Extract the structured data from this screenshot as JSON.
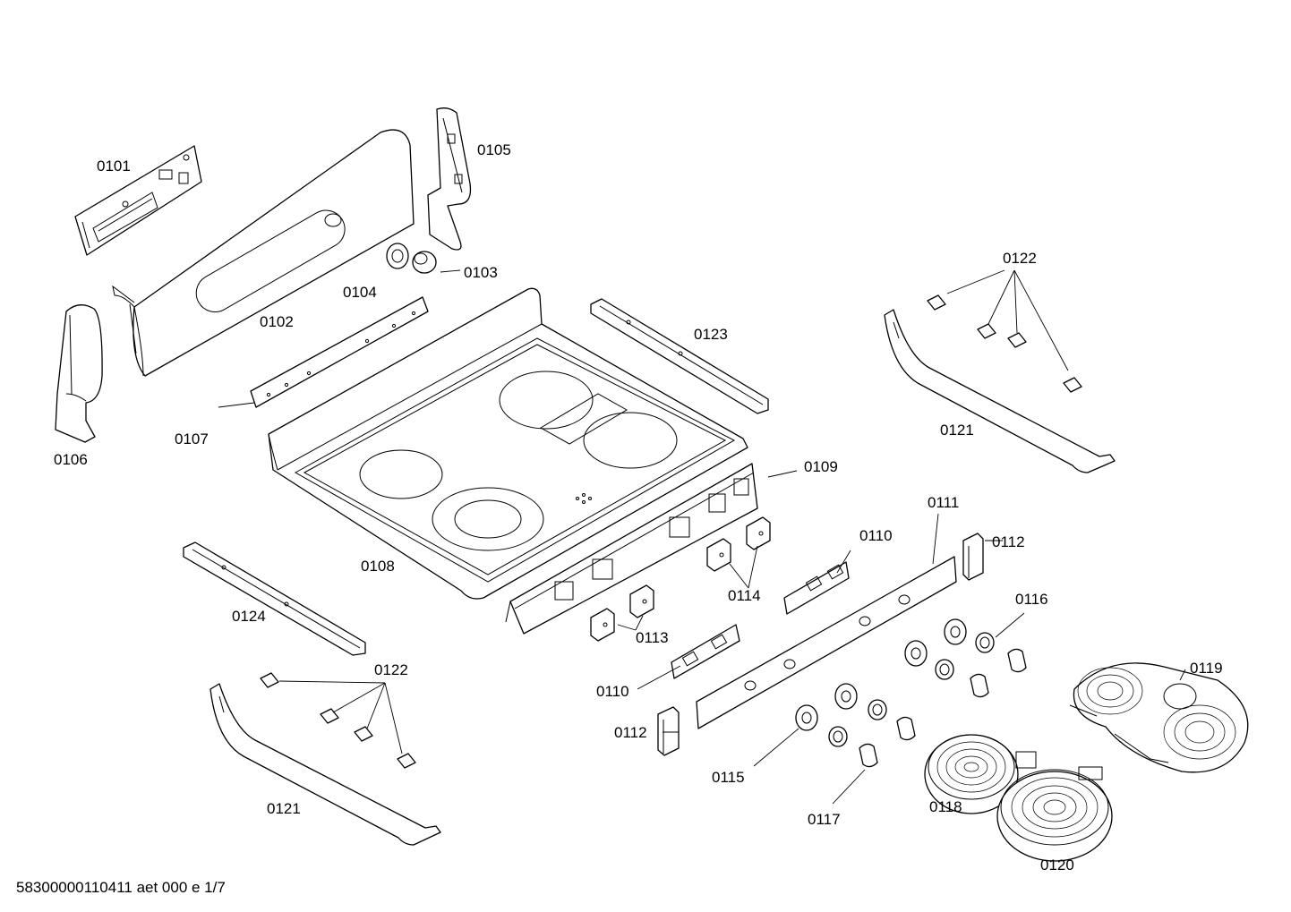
{
  "diagram": {
    "labels": {
      "p0101": "0101",
      "p0102": "0102",
      "p0103": "0103",
      "p0104": "0104",
      "p0105": "0105",
      "p0106": "0106",
      "p0107": "0107",
      "p0108": "0108",
      "p0109": "0109",
      "p0110a": "0110",
      "p0110b": "0110",
      "p0111": "0111",
      "p0112a": "0112",
      "p0112b": "0112",
      "p0113": "0113",
      "p0114": "0114",
      "p0115": "0115",
      "p0116": "0116",
      "p0117": "0117",
      "p0118": "0118",
      "p0119": "0119",
      "p0120": "0120",
      "p0121a": "0121",
      "p0121b": "0121",
      "p0122a": "0122",
      "p0122b": "0122",
      "p0123": "0123",
      "p0124": "0124"
    },
    "footer": "58300000110411 aet 000 e 1/7"
  }
}
